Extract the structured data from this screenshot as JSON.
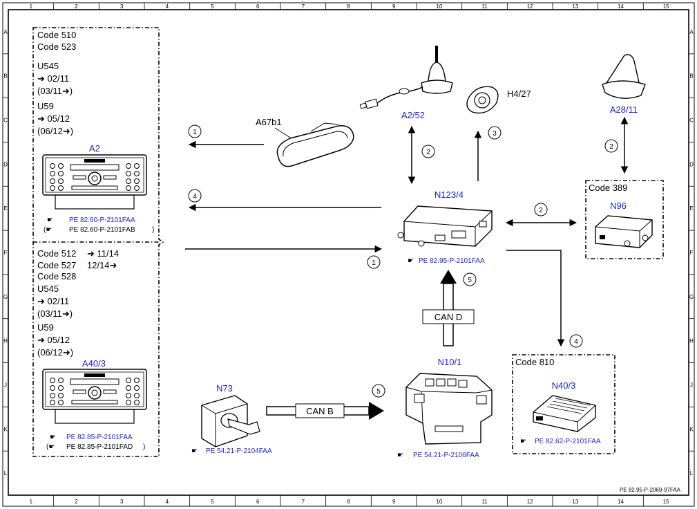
{
  "grid": {
    "columns": [
      "1",
      "2",
      "3",
      "4",
      "5",
      "6",
      "7",
      "8",
      "9",
      "10",
      "11",
      "12",
      "13",
      "14",
      "15"
    ],
    "rows": [
      "A",
      "B",
      "C",
      "D",
      "E",
      "F",
      "G",
      "H",
      "J",
      "K",
      "L"
    ]
  },
  "footer_ref": "PE 82.95-P-2069-97FAA",
  "groups": {
    "top": {
      "codes": [
        "Code 510",
        "Code 523"
      ],
      "u545": "U545",
      "u545_to": "➜ 02/11",
      "u545_from": "(03/11➜)",
      "u59": "U59",
      "u59_to": "➜ 05/12",
      "u59_from": "(06/12➜)"
    },
    "bottom": {
      "code512": "Code 512",
      "code512_range": "➜ 11/14",
      "code527": "Code 527",
      "code527_range": "12/14➜",
      "code528": "Code 528",
      "u545": "U545",
      "u545_to": "➜ 02/11",
      "u545_from": "(03/11➜)",
      "u59": "U59",
      "u59_to": "➜ 05/12",
      "u59_from": "(06/12➜)"
    },
    "code389": "Code 389",
    "code810": "Code 810"
  },
  "components": {
    "a2": {
      "label": "A2",
      "ref1": "PE 82.60-P-2101FAA",
      "ref2": "PE 82.60-P-2101FAB"
    },
    "a40_3": {
      "label": "A40/3",
      "ref1": "PE 82.85-P-2101FAA",
      "ref2": "PE 82.85-P-2101FAD"
    },
    "a67b1": {
      "label": "A67b1"
    },
    "a2_52": {
      "label": "A2/52"
    },
    "h4_27": {
      "label": "H4/27"
    },
    "a28_11": {
      "label": "A28/11"
    },
    "n123_4": {
      "label": "N123/4",
      "ref": "PE 82.95-P-2101FAA"
    },
    "n96": {
      "label": "N96"
    },
    "n73": {
      "label": "N73",
      "ref": "PE 54.21-P-2104FAA"
    },
    "n10_1": {
      "label": "N10/1",
      "ref": "PE 54.21-P-2106FAA"
    },
    "n40_3": {
      "label": "N40/3",
      "ref": "PE 82.62-P-2101FAA"
    }
  },
  "buses": {
    "can_b": "CAN B",
    "can_d": "CAN D"
  },
  "markers": {
    "m1a": "1",
    "m4a": "4",
    "m1b": "1",
    "m2a": "2",
    "m3": "3",
    "m2b": "2",
    "m2c": "2",
    "m5a": "5",
    "m4b": "4",
    "m5b": "5"
  },
  "colors": {
    "label_blue": "#1d1dd6",
    "line": "#000000"
  }
}
